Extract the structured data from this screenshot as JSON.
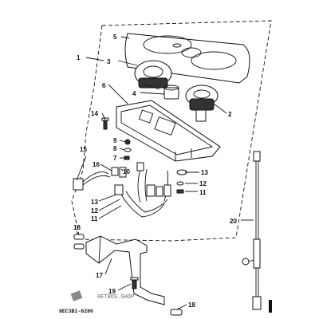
{
  "callouts": {
    "c1": "1",
    "c2": "2",
    "c3": "3",
    "c4": "4",
    "c5": "5",
    "c6": "6",
    "c7": "7",
    "c8": "8",
    "c9": "9",
    "c10": "10",
    "c11a": "11",
    "c11b": "11",
    "c12a": "12",
    "c12b": "12",
    "c13a": "13",
    "c13b": "13",
    "c14": "14",
    "c15": "15",
    "c16": "16",
    "c17": "17",
    "c18a": "18",
    "c18b": "18",
    "c19": "19",
    "c20": "20"
  },
  "diagram_code": "9EC3B1-8280",
  "watermark": "RETROS.SHOP",
  "icons": [
    "meter-housing",
    "speedometer",
    "tachometer",
    "bulb-socket",
    "bracket",
    "cable",
    "grommet",
    "clamp"
  ]
}
